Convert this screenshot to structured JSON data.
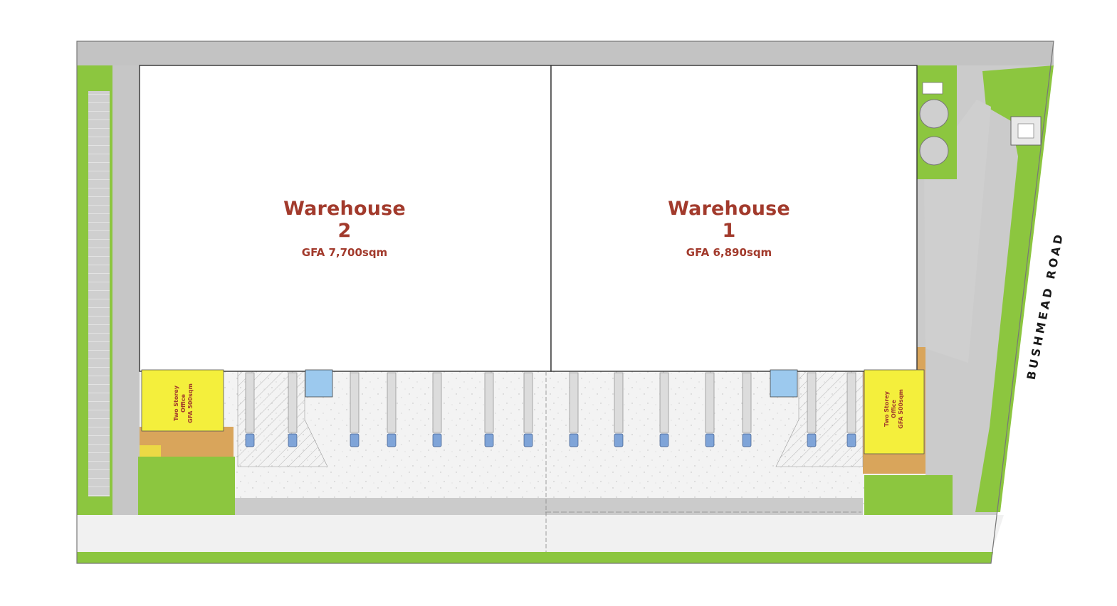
{
  "warehouses": [
    {
      "name": "Warehouse 2",
      "gfa": "GFA 7,700sqm"
    },
    {
      "name": "Warehouse 1",
      "gfa": "GFA 6,890sqm"
    }
  ],
  "offices": [
    {
      "line1": "Two Storey",
      "line2": "Office",
      "line3": "GFA 500sqm"
    },
    {
      "line1": "Two Storey",
      "line2": "Office",
      "line3": "GFA 500sqm"
    }
  ],
  "road": {
    "name": "BUSHMEAD ROAD"
  },
  "colors": {
    "landscape": "#8cc63f",
    "paving": "#c9c9c9",
    "office": "#f4ef3c",
    "text_accent": "#a23a2c",
    "truck_cab": "#7fa4d8",
    "amenity": "#9cc9ee",
    "orange_area": "#d9a55b"
  }
}
